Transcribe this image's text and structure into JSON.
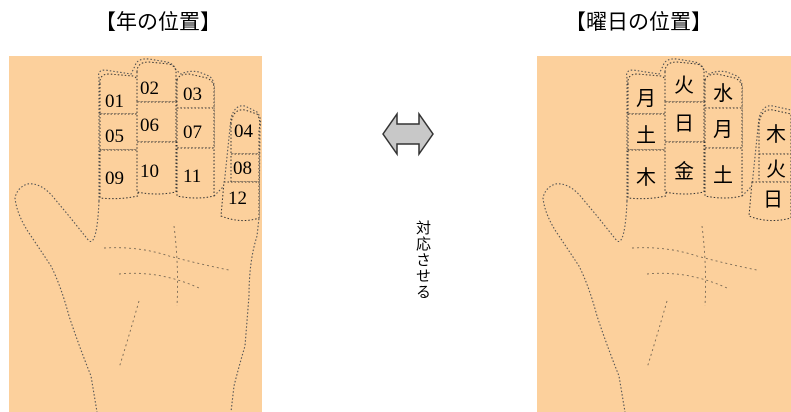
{
  "titles": {
    "left": "【年の位置】",
    "right": "【曜日の位置】"
  },
  "middle_text": "対応させる",
  "arrow_icon": "double-arrow-icon",
  "colors": {
    "panel": "#fcd09c",
    "arrow_fill": "#c8c8c8"
  },
  "year_cells": [
    {
      "id": "01",
      "text": "01"
    },
    {
      "id": "02",
      "text": "02"
    },
    {
      "id": "03",
      "text": "03"
    },
    {
      "id": "04",
      "text": "04"
    },
    {
      "id": "05",
      "text": "05"
    },
    {
      "id": "06",
      "text": "06"
    },
    {
      "id": "07",
      "text": "07"
    },
    {
      "id": "08",
      "text": "08"
    },
    {
      "id": "09",
      "text": "09"
    },
    {
      "id": "10",
      "text": "10"
    },
    {
      "id": "11",
      "text": "11"
    },
    {
      "id": "12",
      "text": "12"
    }
  ],
  "weekday_cells": [
    {
      "id": "w1",
      "text": "月"
    },
    {
      "id": "w2",
      "text": "火"
    },
    {
      "id": "w3",
      "text": "水"
    },
    {
      "id": "w4",
      "text": "木"
    },
    {
      "id": "w5",
      "text": "土"
    },
    {
      "id": "w6",
      "text": "日"
    },
    {
      "id": "w7",
      "text": "月"
    },
    {
      "id": "w8",
      "text": "火"
    },
    {
      "id": "w9",
      "text": "木"
    },
    {
      "id": "w10",
      "text": "金"
    },
    {
      "id": "w11",
      "text": "土"
    },
    {
      "id": "w12",
      "text": "日"
    }
  ]
}
